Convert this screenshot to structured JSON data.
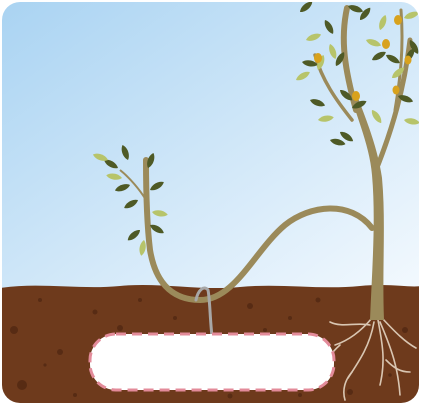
{
  "scene": {
    "type": "layering-propagation-diagram",
    "colors": {
      "sky_top": "#a9d3f2",
      "sky_bottom": "#eef6fd",
      "soil": "#6e3a1c",
      "soil_dark": "#4e2611",
      "trunk": "#9b8a5a",
      "leaf_dark": "#4e5a26",
      "leaf_light": "#b7c46a",
      "olive_fruit": "#d8a21d",
      "roots": "#d9c6b2",
      "stake": "#a7a7a7",
      "label_fill": "#ffffff",
      "label_border": "#e38b9a"
    },
    "elements": [
      "sky",
      "soil",
      "main-tree",
      "bent-branch",
      "branch-tip-shoot",
      "wire-stake",
      "main-roots",
      "answer-box"
    ]
  },
  "answer_box": {
    "text": ""
  }
}
